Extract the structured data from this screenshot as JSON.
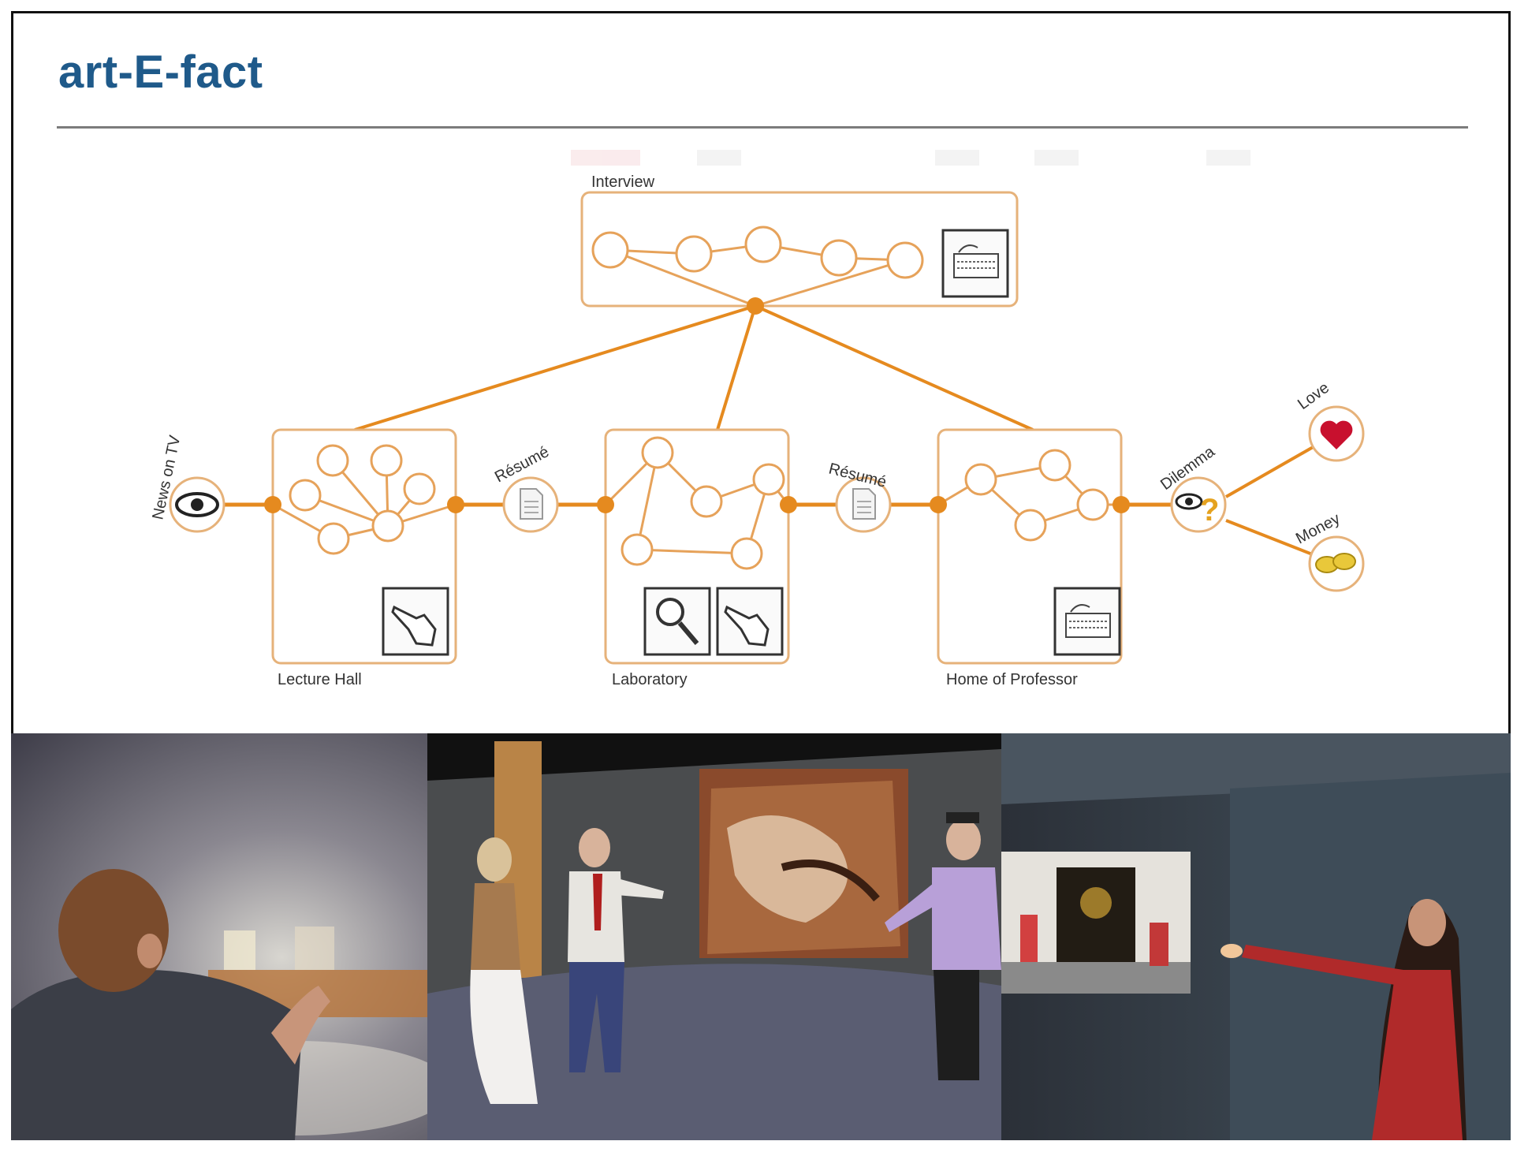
{
  "slide": {
    "title": "art-E-fact"
  },
  "diagram": {
    "scenes": {
      "interview": "Interview",
      "lecture_hall": "Lecture Hall",
      "laboratory": "Laboratory",
      "home_of_professor": "Home of Professor"
    },
    "transitions": {
      "news_on_tv": "News on TV",
      "resume_1": "Résumé",
      "resume_2": "Résumé",
      "dilemma": "Dilemma"
    },
    "outcomes": {
      "love": "Love",
      "money": "Money"
    },
    "icons": [
      "eye-icon",
      "document-icon",
      "pointing-hand-icon",
      "magnifier-icon",
      "keyboard-icon",
      "question-icon",
      "heart-icon",
      "gold-coins-icon"
    ],
    "colors": {
      "accent": "#e58a1f",
      "box_border": "#e6b27a",
      "title": "#1f5a8a"
    }
  },
  "photos": [
    "lecture-hall-photo",
    "virtual-characters-photo",
    "interactive-room-photo"
  ]
}
